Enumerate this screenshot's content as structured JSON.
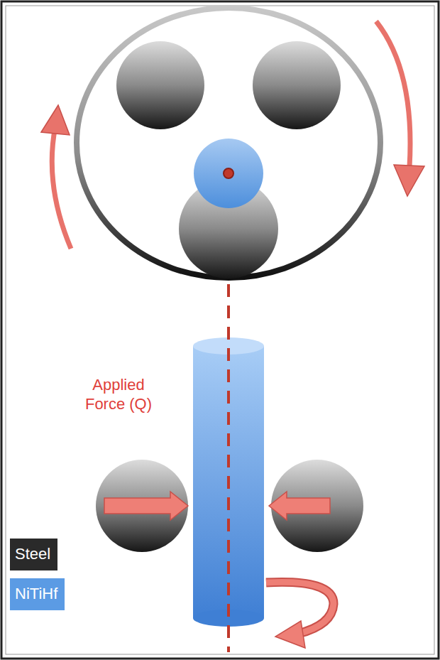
{
  "diagram": {
    "labels": [
      "Applied Force (Q)"
    ],
    "legend": [
      {
        "text": "Steel",
        "color": "#2a2a2a"
      },
      {
        "text": "NiTiHf",
        "color": "#5b9be4"
      }
    ]
  }
}
